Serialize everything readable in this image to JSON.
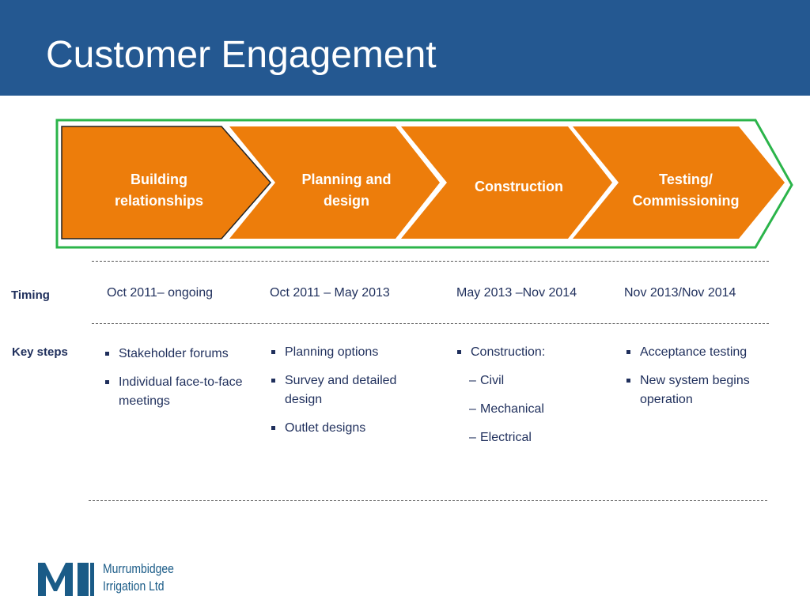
{
  "slide": {
    "title": "Customer Engagement"
  },
  "flow": {
    "stages": [
      {
        "line1": "Building",
        "line2": "relationships"
      },
      {
        "line1": "Planning and",
        "line2": "design"
      },
      {
        "line1": "Construction",
        "line2": ""
      },
      {
        "line1": "Testing/",
        "line2": "Commissioning"
      }
    ],
    "colors": {
      "chevron": "#ED7D0B",
      "frame": "#2BB44A",
      "header": "#245891"
    }
  },
  "rows": {
    "timing_label": "Timing",
    "key_steps_label": "Key steps"
  },
  "timing": [
    "Oct 2011– ongoing",
    "Oct 2011 – May 2013",
    "May 2013 –Nov 2014",
    "Nov 2013/Nov 2014"
  ],
  "key_steps": {
    "col1": [
      "Stakeholder forums",
      "Individual face-to-face meetings"
    ],
    "col2": [
      "Planning options",
      "Survey and detailed design",
      "Outlet designs"
    ],
    "col3": {
      "main": "Construction:",
      "sub": [
        "Civil",
        "Mechanical",
        "Electrical"
      ]
    },
    "col4": [
      "Acceptance testing",
      "New system begins operation"
    ]
  },
  "logo": {
    "mark": "MI",
    "line1": "Murrumbidgee",
    "line2": "Irrigation Ltd"
  }
}
